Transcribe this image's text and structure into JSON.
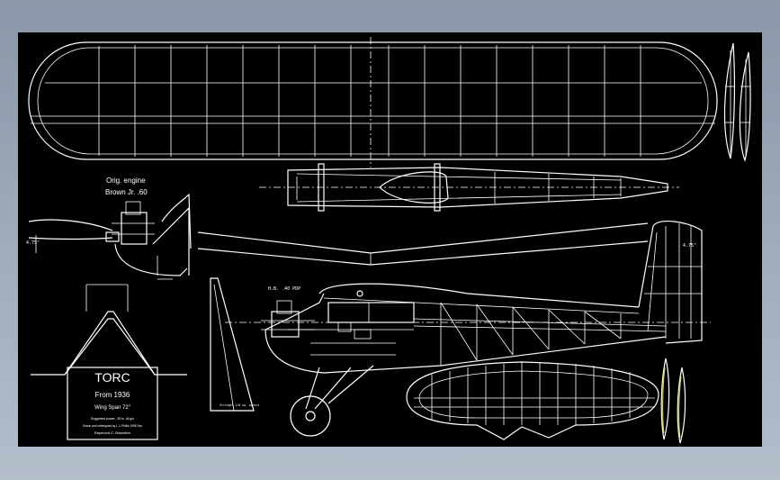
{
  "engine_note": {
    "line1": "Orig. engine",
    "line2": "Brown Jr. .60"
  },
  "side_view": {
    "engine_label": "H.B. .40 PDP"
  },
  "title_block": {
    "title": "TORC",
    "from": "From 1936",
    "wingspan": "Wing Span 72\"",
    "notes_1": "Suggested power: .35 to .46 glo",
    "notes_2": "Drawn and redesigned by L.J. Phillis 1996 Sep",
    "designer": "Raymond C. Brazelton"
  },
  "dimensions": {
    "left_height": "4.75\"",
    "right_height": "4.75\""
  },
  "small_note": "Stringer 1/8 sq. spruce",
  "colors": {
    "background": "#000000",
    "lines": "#ffffff",
    "accent": "#d9d24a",
    "desktop": "#9aa6b6"
  }
}
